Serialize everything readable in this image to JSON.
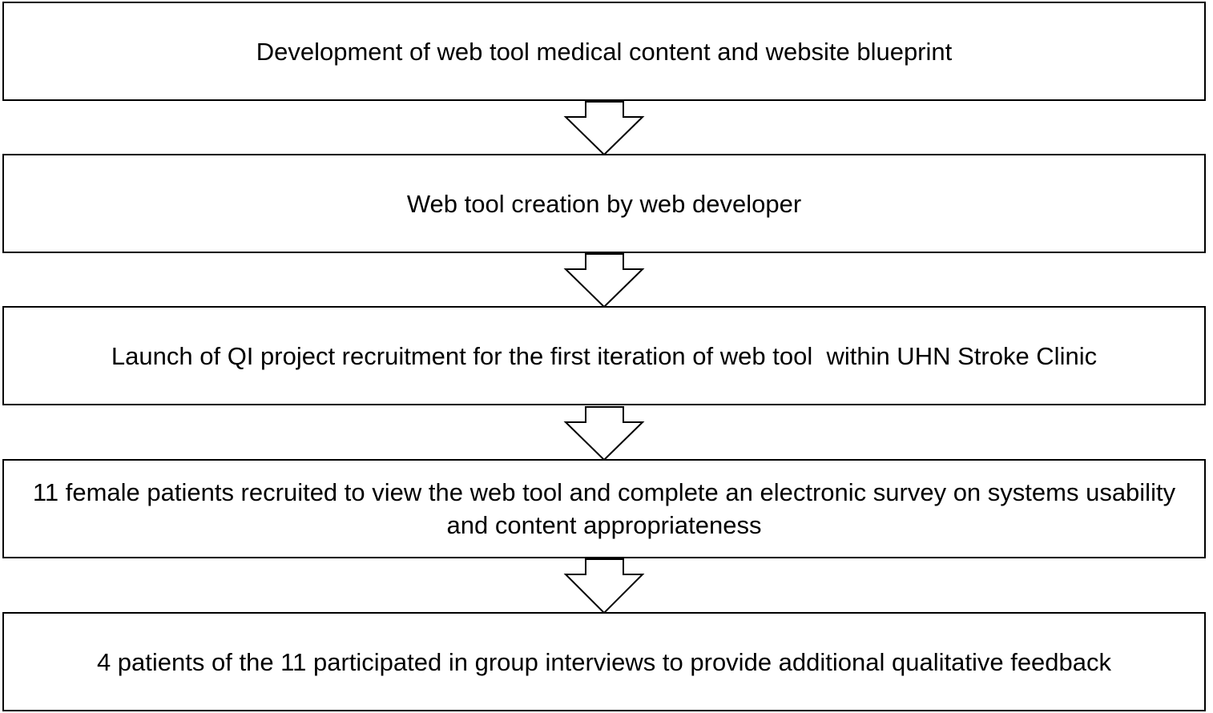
{
  "flowchart": {
    "steps": [
      {
        "text": "Development of web tool medical content and website blueprint"
      },
      {
        "text": "Web tool creation by web developer"
      },
      {
        "text": "Launch of QI project recruitment for the first iteration of web tool  within UHN Stroke Clinic"
      },
      {
        "text": "11 female patients recruited to view the web tool and complete an electronic survey on systems usability and content appropriateness"
      },
      {
        "text": "4 patients of the 11 participated in group interviews to provide additional qualitative feedback"
      }
    ],
    "connector_count": 4,
    "colors": {
      "border": "#000000",
      "background": "#ffffff",
      "text": "#000000"
    }
  }
}
